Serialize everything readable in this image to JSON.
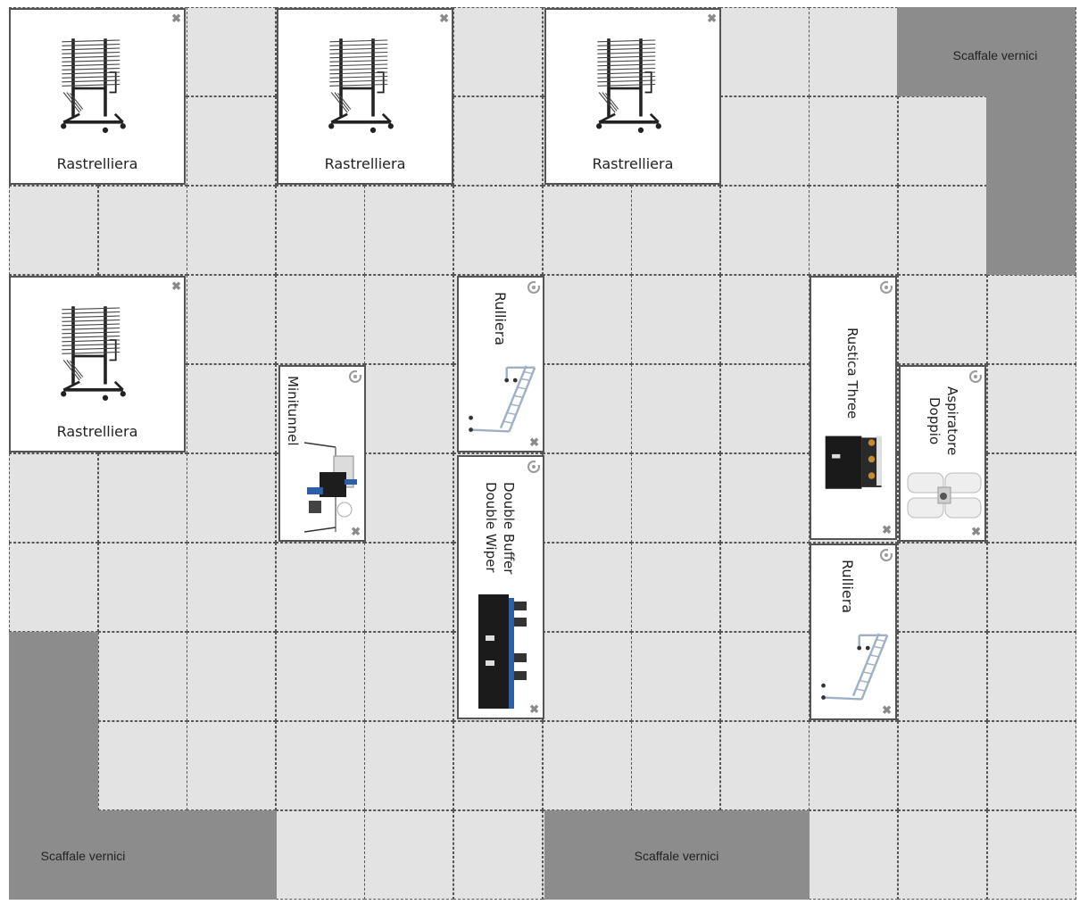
{
  "shelves": {
    "top_right": "Scaffale vernici",
    "bottom_left": "Scaffale vernici",
    "bottom_middle": "Scaffale vernici"
  },
  "cards": {
    "rack_1": {
      "label": "Rastrelliera",
      "close": "✖"
    },
    "rack_2": {
      "label": "Rastrelliera",
      "close": "✖"
    },
    "rack_3": {
      "label": "Rastrelliera",
      "close": "✖"
    },
    "rack_4": {
      "label": "Rastrelliera",
      "close": "✖"
    },
    "minitunnel": {
      "label": "Minitunnel",
      "close": "✖"
    },
    "rulliera_1": {
      "label": "Rulliera",
      "close": "✖"
    },
    "double_buffer": {
      "line1": "Double Buffer",
      "line2": "Double Wiper",
      "close": "✖"
    },
    "rustica_three": {
      "label": "Rustica Three",
      "close": "✖"
    },
    "aspiratore": {
      "line1": "Aspiratore",
      "line2": "Doppio",
      "close": "✖"
    },
    "rulliera_2": {
      "label": "Rulliera",
      "close": "✖"
    }
  },
  "icons": {
    "rack": "drying-rack-icon",
    "rotate": "rotate-icon",
    "close": "close-icon"
  },
  "colors": {
    "cell": "#e3e3e3",
    "shelf": "#8c8c8c",
    "card_border": "#555555"
  }
}
